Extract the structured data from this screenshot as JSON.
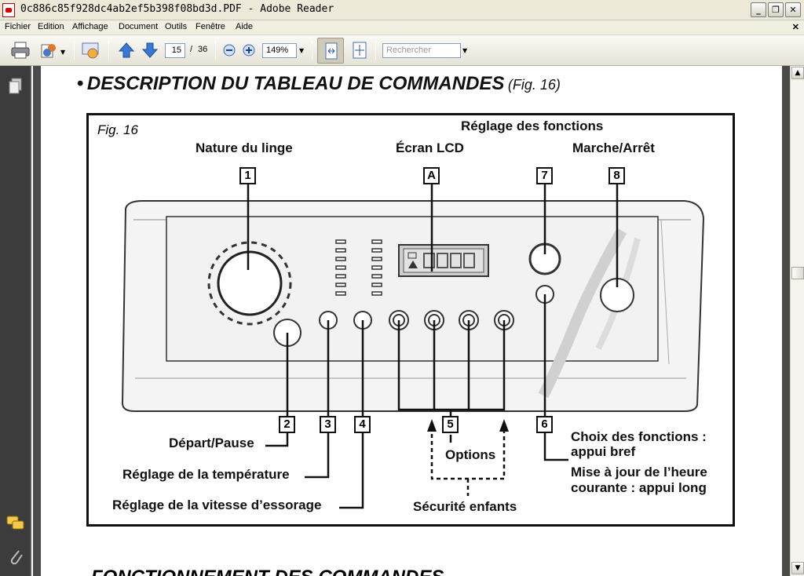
{
  "window": {
    "title": "0c886c85f928dc4ab2ef5b398f08bd3d.PDF - Adobe Reader"
  },
  "menu": [
    "Fichier",
    "Edition",
    "Affichage",
    "Document",
    "Outils",
    "Fenêtre",
    "Aide"
  ],
  "toolbar": {
    "page_current": "15",
    "page_sep": "/",
    "page_total": "36",
    "zoom": "149%",
    "search_placeholder": "Rechercher"
  },
  "doc": {
    "heading_bullet": "•",
    "heading": "DESCRIPTION DU TABLEAU DE COMMANDES",
    "heading_ref": "(Fig. 16)",
    "fig_label": "Fig. 16",
    "labels": {
      "nature": "Nature du linge",
      "lcd": "Écran LCD",
      "reglage_fonctions": "Réglage des fonctions",
      "marche": "Marche/Arrêt",
      "depart": "Départ/Pause",
      "temperature": "Réglage de la température",
      "vitesse": "Réglage de la vitesse d’essorage",
      "options": "Options",
      "securite": "Sécurité enfants",
      "choix_1": "Choix des fonctions :",
      "choix_2": "appui bref",
      "maj_1": "Mise à jour de l’heure",
      "maj_2": "courante : appui long"
    },
    "markers": {
      "m1": "1",
      "mA": "A",
      "m7": "7",
      "m8": "8",
      "m2": "2",
      "m3": "3",
      "m4": "4",
      "m5": "5",
      "m6": "6"
    },
    "next_heading": "FONCTIONNEMENT DES COMMANDES"
  },
  "colors": {
    "accent": "#1f4fa8",
    "chrome": "#ece9d8",
    "sidebar": "#3c3c3c"
  }
}
